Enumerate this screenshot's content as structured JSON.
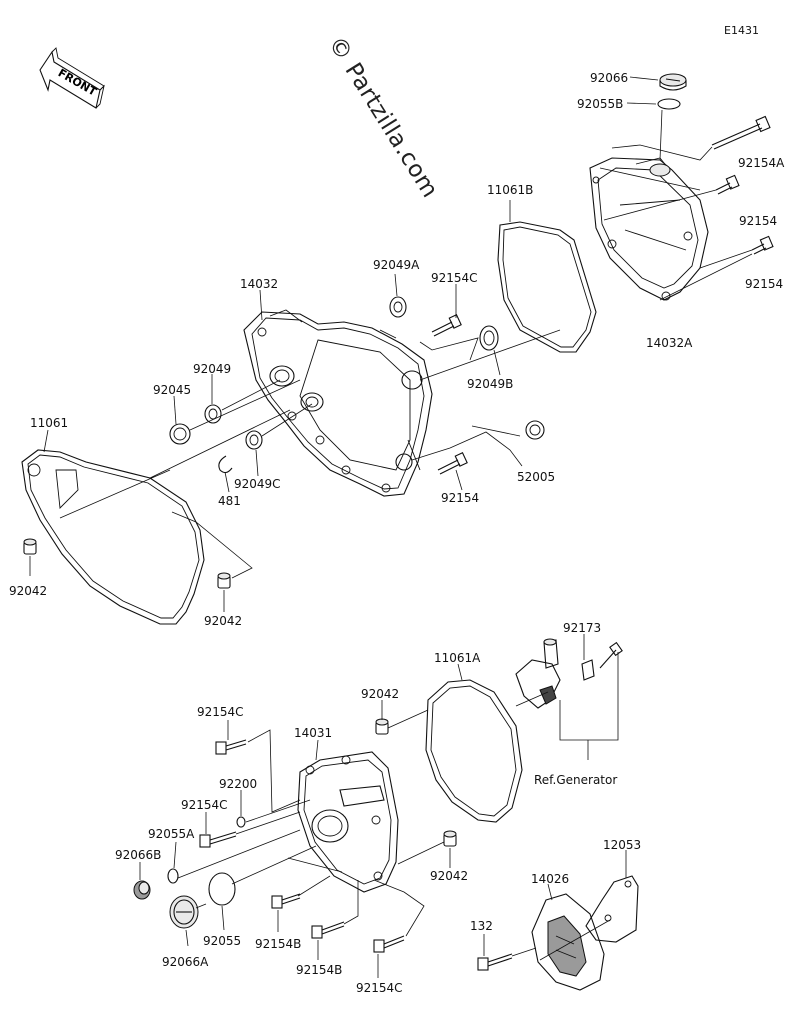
{
  "diagram_code": "E1431",
  "watermark": "© Partzilla.com",
  "front_label": "FRONT",
  "labels": {
    "p92066": "92066",
    "p92055B": "92055B",
    "p92154A": "92154A",
    "p11061B": "11061B",
    "p92154_r1": "92154",
    "p92154_r2": "92154",
    "p14032A": "14032A",
    "p92049A": "92049A",
    "p92154C_top": "92154C",
    "p14032": "14032",
    "p92049": "92049",
    "p92045": "92045",
    "p92049B": "92049B",
    "p11061": "11061",
    "p92049C": "92049C",
    "p481": "481",
    "p52005": "52005",
    "p92154_mid": "92154",
    "p92042_l": "92042",
    "p92042_m": "92042",
    "p92173": "92173",
    "p11061A": "11061A",
    "p92042_b1": "92042",
    "p92154C_b1": "92154C",
    "p14031": "14031",
    "p92200": "92200",
    "p92154C_b2": "92154C",
    "p92055A": "92055A",
    "p92066B": "92066B",
    "p92042_b2": "92042",
    "p12053": "12053",
    "p14026": "14026",
    "p132": "132",
    "p92055": "92055",
    "p92154B_1": "92154B",
    "p92154B_2": "92154B",
    "p92066A": "92066A",
    "p92154C_b3": "92154C",
    "ref_generator": "Ref.Generator"
  }
}
